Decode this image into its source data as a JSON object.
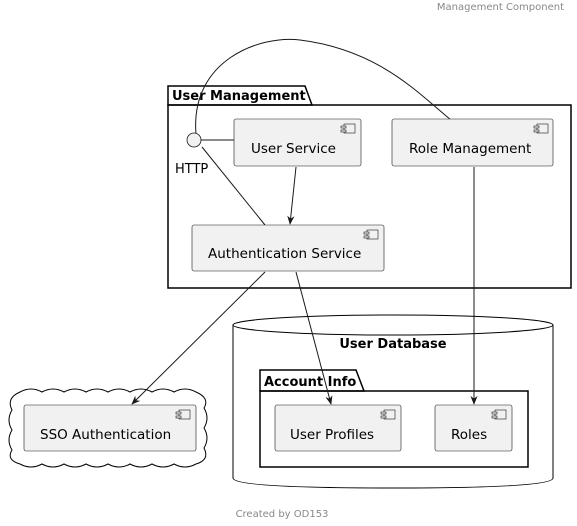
{
  "header_title": "Management Component",
  "footer_text": "Created by OD153",
  "packages": {
    "user_management": "User Management",
    "user_database": "User Database",
    "account_info": "Account Info"
  },
  "interface": {
    "label": "HTTP"
  },
  "components": {
    "user_service": "User Service",
    "role_management": "Role Management",
    "authentication_service": "Authentication Service",
    "sso_authentication": "SSO Authentication",
    "user_profiles": "User Profiles",
    "roles": "Roles"
  },
  "colors": {
    "component_fill": "#f1f1f1",
    "line": "#181818",
    "caption": "#888888"
  }
}
